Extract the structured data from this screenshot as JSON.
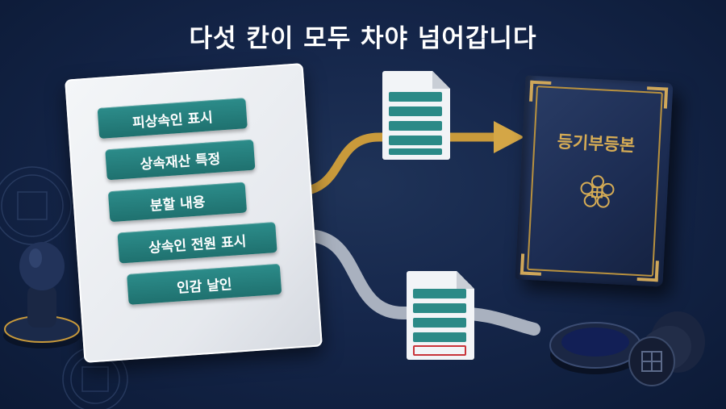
{
  "title": "다섯 칸이 모두 차야 넘어갑니다",
  "form": {
    "fields": [
      "피상속인 표시",
      "상속재산 특정",
      "분할 내용",
      "상속인 전원 표시",
      "인감 날인"
    ]
  },
  "register": {
    "title": "등기부등본"
  },
  "colors": {
    "background": "#15264a",
    "field": "#2b8a87",
    "accepted_path": "#c99a3b",
    "rejected_path": "#aab2c0",
    "missing_field_outline": "#c8343a"
  }
}
